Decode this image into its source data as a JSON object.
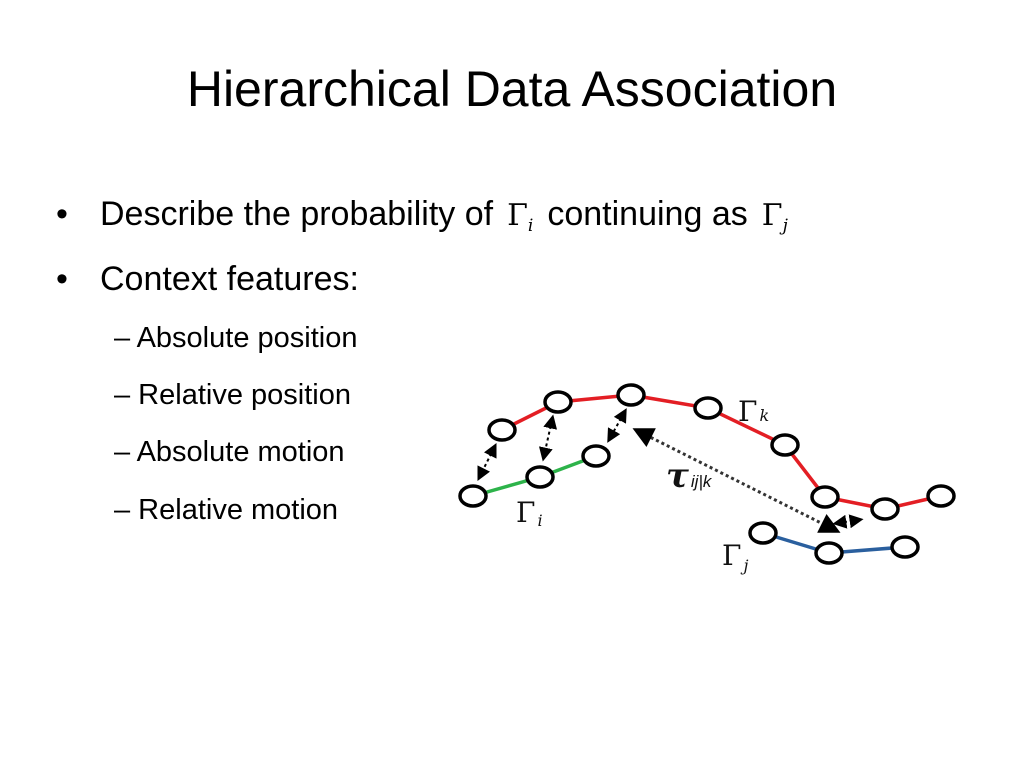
{
  "slide": {
    "title": "Hierarchical Data Association",
    "bullets": [
      {
        "marker": "•",
        "before": "Describe the probability of",
        "symbol1": "Γ",
        "symbol1_sub": "i",
        "middle": "continuing as",
        "symbol2": "Γ",
        "symbol2_sub": "j"
      },
      {
        "marker": "•",
        "text": "Context features:"
      }
    ],
    "subitems": [
      "– Absolute position",
      "– Relative position",
      "– Absolute motion",
      "– Relative motion"
    ]
  },
  "diagram": {
    "labels": {
      "gamma_k": "Γ",
      "gamma_k_sub": "k",
      "gamma_i": "Γ",
      "gamma_i_sub": "i",
      "gamma_j": "Γ",
      "gamma_j_sub": "j",
      "tau": "τ",
      "tau_sub": "ij|k"
    },
    "colors": {
      "track_k": "#e31e24",
      "track_i": "#2db34a",
      "track_j": "#2a5f9e",
      "node_stroke": "#000000",
      "node_fill": "#ffffff",
      "dashed_arrow": "#333333"
    }
  }
}
